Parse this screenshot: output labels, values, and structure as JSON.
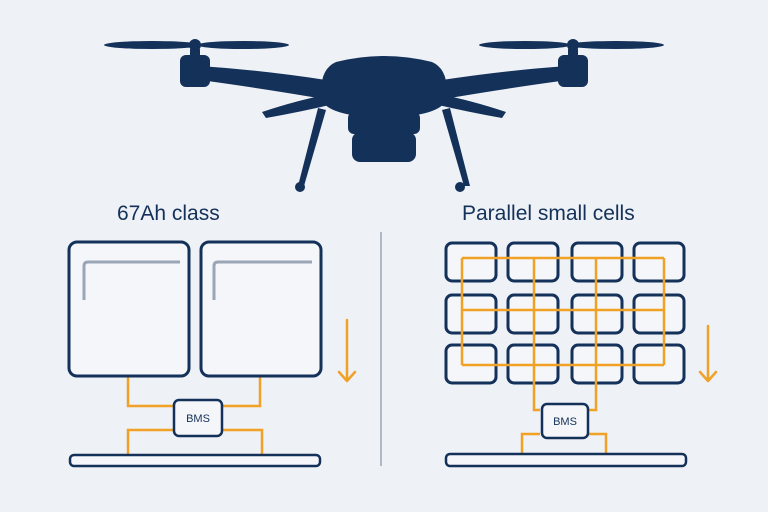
{
  "colors": {
    "background": "#eef1f5",
    "navy": "#14315a",
    "orange": "#f0a126",
    "cell_fill": "#f4f6f9",
    "divider": "#9aa6b5"
  },
  "drone": {
    "icon": "quadcopter-drone-icon"
  },
  "left_panel": {
    "title": "67Ah class",
    "bms_label": "BMS",
    "arrow_icon": "down-arrow-icon"
  },
  "right_panel": {
    "title": "Parallel small cells",
    "bms_label": "BMS",
    "arrow_icon": "down-arrow-icon"
  }
}
